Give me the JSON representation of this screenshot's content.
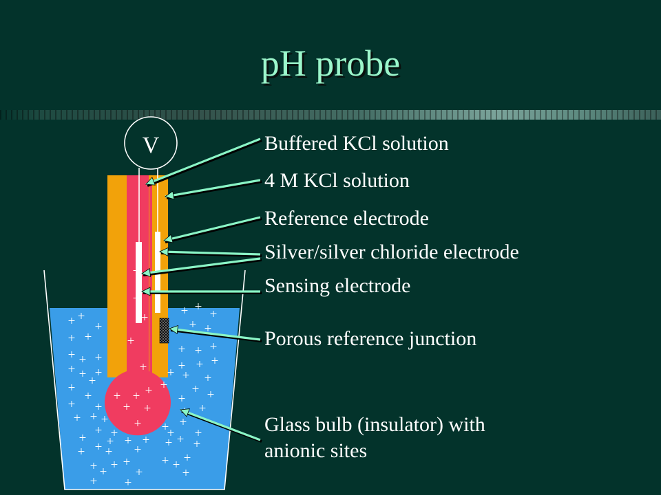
{
  "title": "pH probe",
  "meter_label": "V",
  "labels": {
    "buffered_kcl": "Buffered KCl solution",
    "kcl_4m": "4 M KCl solution",
    "reference_electrode": "Reference electrode",
    "silver_electrode": "Silver/silver  chloride electrode",
    "sensing_electrode": "Sensing electrode",
    "porous_junction": "Porous reference junction",
    "glass_bulb_line1": "Glass bulb (insulator)  with",
    "glass_bulb_line2": "anionic sites"
  },
  "colors": {
    "background": "#03332b",
    "title": "#9cf7cc",
    "solution": "#3a9de8",
    "outer_tube": "#f2a20a",
    "inner_bulb": "#f03c60",
    "arrow": "#8af5c6",
    "text": "#ffffff"
  },
  "ion_symbol": "+"
}
